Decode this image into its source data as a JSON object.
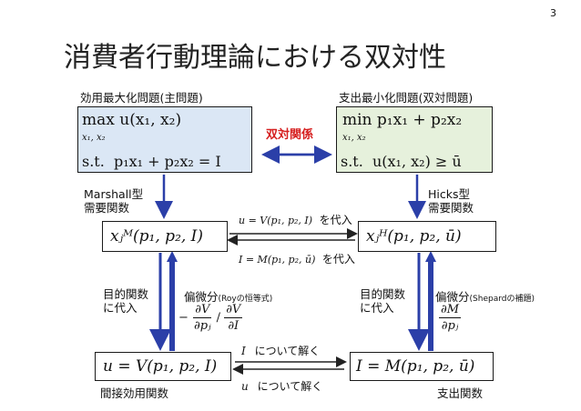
{
  "page_number": "3",
  "title": "消費者行動理論における双対性",
  "left_problem": {
    "heading": "効用最大化問題(主問題)",
    "objective": "max u(x₁, x₂)",
    "objective_sub": "x₁, x₂",
    "constraint": "s.t.  p₁x₁ + p₂x₂ = I"
  },
  "right_problem": {
    "heading": "支出最小化問題(双対問題)",
    "objective": "min p₁x₁ + p₂x₂",
    "objective_sub": "x₁, x₂",
    "constraint": "s.t.  u(x₁, x₂) ≥ ū"
  },
  "duality_label": "双対関係",
  "marshall_label": "Marshall型\n需要関数",
  "hicks_label": "Hicks型\n需要関数",
  "marshall_demand": "xⱼᴹ(p₁, p₂, I)",
  "hicks_demand": "xⱼᴴ(p₁, p₂, ū)",
  "top_arrow": {
    "math": "u = V(p₁, p₂, I)",
    "text": "を代入"
  },
  "bottom_arrow": {
    "math": "I = M(p₁, p₂, ū)",
    "text": "を代入"
  },
  "left_sub_label": "目的関数\nに代入",
  "right_sub_label": "目的関数\nに代入",
  "roy": {
    "label": "偏微分",
    "note": "(Royの恒等式)",
    "formula_num1": "∂V",
    "formula_den1": "∂pⱼ",
    "formula_num2": "∂V",
    "formula_den2": "∂I",
    "sign": "−"
  },
  "shephard": {
    "label": "偏微分",
    "note": "(Shepardの補題)",
    "formula_num": "∂M",
    "formula_den": "∂pⱼ"
  },
  "indirect_utility": "u = V(p₁, p₂, I)",
  "expenditure_function": "I = M(p₁, p₂, ū)",
  "solve_I": {
    "math": "I",
    "text": "について解く"
  },
  "solve_u": {
    "math": "u",
    "text": "について解く"
  },
  "indirect_label": "間接効用関数",
  "expenditure_label": "支出関数",
  "colors": {
    "blue_box": "#dbe7f5",
    "green_box": "#e6f1dc",
    "arrow_blue": "#2b3fa8",
    "red": "#d62020"
  }
}
